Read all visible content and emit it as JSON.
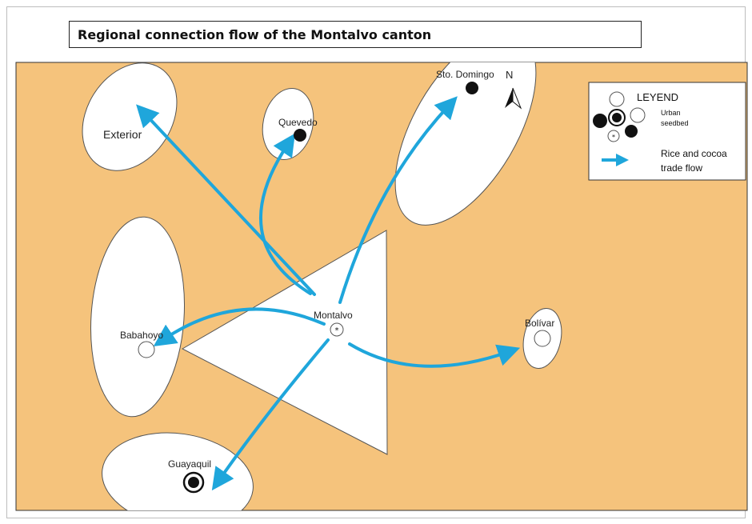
{
  "title": "Regional connection flow of the Montalvo canton",
  "map": {
    "background_color": "#f5c37c",
    "flow_color": "#1fa6db",
    "places": {
      "exterior": "Exterior",
      "quevedo": "Quevedo",
      "santo_domingo": "Sto. Domingo",
      "north": "N",
      "montalvo": "Montalvo",
      "bolivar": "Bolívar",
      "babahoyo": "Babahoyo",
      "guayaquil": "Guayaquil"
    }
  },
  "legend": {
    "title": "LEYEND",
    "urban_line1": "Urban",
    "urban_line2": "seedbed",
    "flow_line1": "Rice and cocoa",
    "flow_line2": "trade flow"
  }
}
